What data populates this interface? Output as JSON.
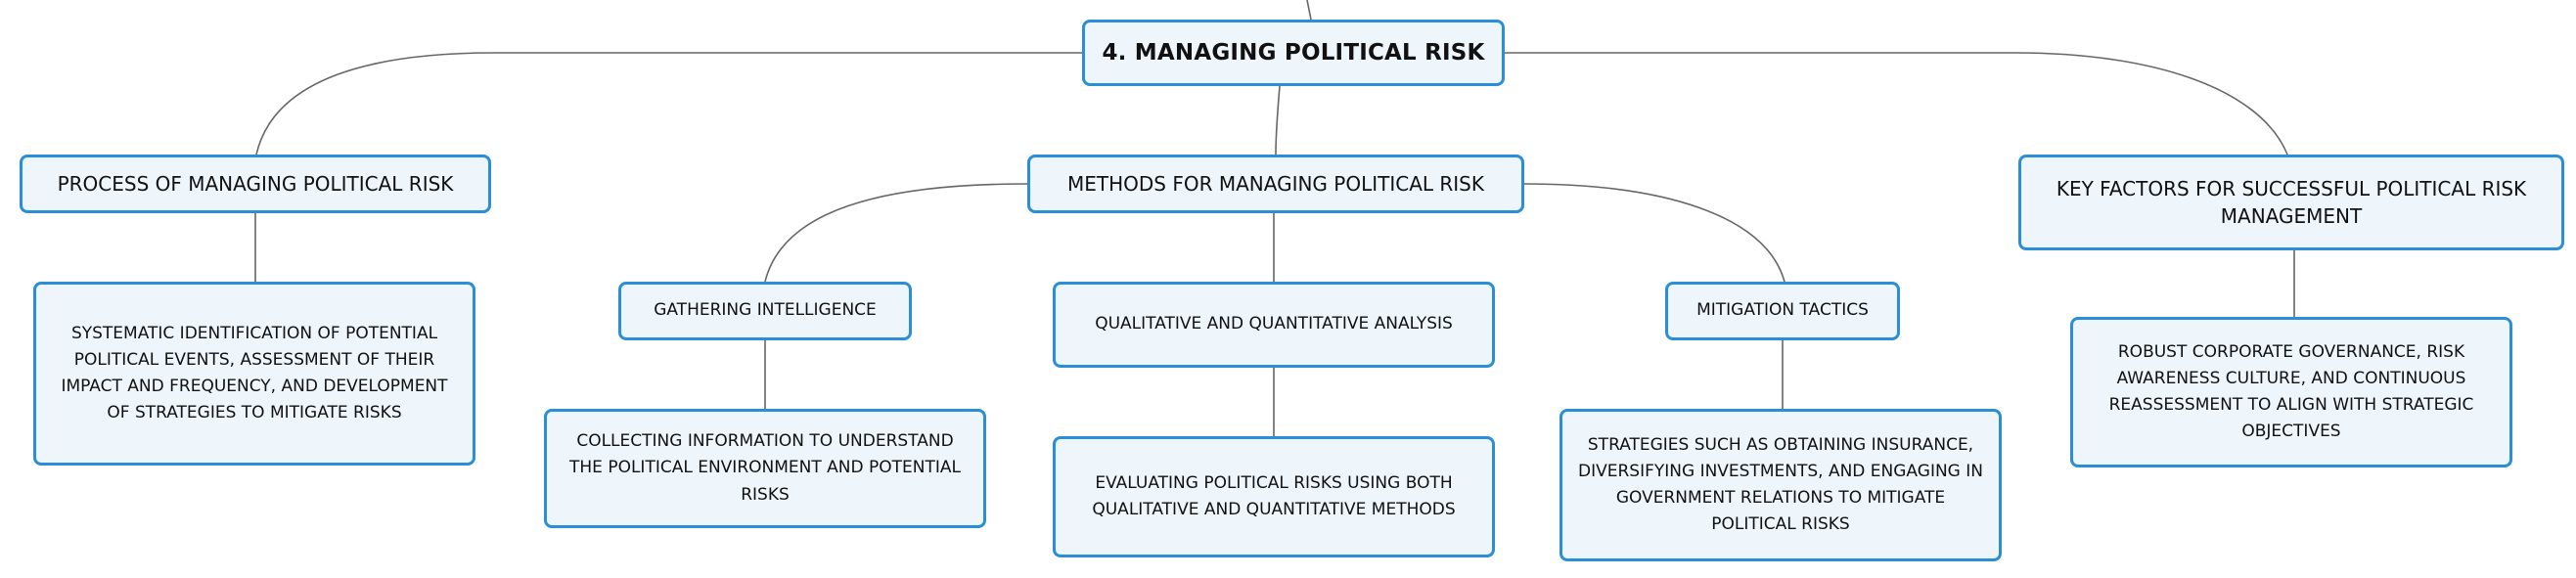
{
  "mindmap": {
    "root": {
      "label": "4. MANAGING POLITICAL RISK"
    },
    "process": {
      "label": "PROCESS OF MANAGING POLITICAL RISK",
      "detail": "SYSTEMATIC IDENTIFICATION OF POTENTIAL POLITICAL EVENTS, ASSESSMENT OF THEIR IMPACT AND FREQUENCY, AND DEVELOPMENT OF STRATEGIES TO MITIGATE RISKS"
    },
    "methods": {
      "label": "METHODS FOR MANAGING POLITICAL RISK",
      "children": [
        {
          "label": "GATHERING INTELLIGENCE",
          "detail": "COLLECTING INFORMATION TO UNDERSTAND THE POLITICAL ENVIRONMENT AND POTENTIAL RISKS"
        },
        {
          "label": "QUALITATIVE AND QUANTITATIVE ANALYSIS",
          "detail": "EVALUATING POLITICAL RISKS USING BOTH QUALITATIVE AND QUANTITATIVE METHODS"
        },
        {
          "label": "MITIGATION TACTICS",
          "detail": "STRATEGIES SUCH AS OBTAINING INSURANCE, DIVERSIFYING INVESTMENTS, AND ENGAGING IN GOVERNMENT RELATIONS TO MITIGATE POLITICAL RISKS"
        }
      ]
    },
    "key_factors": {
      "label": "KEY FACTORS FOR SUCCESSFUL POLITICAL RISK MANAGEMENT",
      "detail": "ROBUST CORPORATE GOVERNANCE, RISK AWARENESS CULTURE, AND CONTINUOUS REASSESSMENT TO ALIGN WITH STRATEGIC OBJECTIVES"
    }
  },
  "colors": {
    "node_border": "#2b8fd8",
    "node_fill": "#eef6fc",
    "connector": "#666666"
  }
}
